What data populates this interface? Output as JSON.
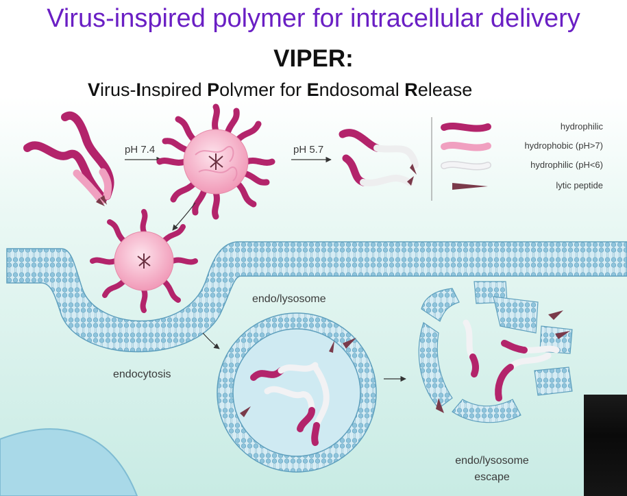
{
  "title": "Virus-inspired polymer for intracellular delivery",
  "acronym": "VIPER:",
  "expansion": {
    "parts": [
      {
        "bold": "V",
        "rest": "irus-"
      },
      {
        "bold": "I",
        "rest": "nspired "
      },
      {
        "bold": "P",
        "rest": "olymer for "
      },
      {
        "bold": "E",
        "rest": "ndosomal "
      },
      {
        "bold": "R",
        "rest": "elease"
      }
    ]
  },
  "diagram": {
    "arrow_label_1": "pH 7.4",
    "arrow_label_2": "pH 5.7",
    "legend": [
      {
        "label": "hydrophilic",
        "color": "#b3246b"
      },
      {
        "label": "hydrophobic (pH>7)",
        "color": "#f0a0c0"
      },
      {
        "label": "hydrophilic (pH<6)",
        "color": "#e9e9ec"
      },
      {
        "label": "lytic peptide",
        "color": "#7a3a4a"
      }
    ],
    "label_endolysosome": "endo/lysosome",
    "label_endocytosis": "endocytosis",
    "label_escape_line1": "endo/lysosome",
    "label_escape_line2": "escape"
  },
  "colors": {
    "title": "#6a1fc4",
    "hydrophilic": "#b3246b",
    "hydrophobic": "#f0a0c0",
    "membrane": "#8fc4dc",
    "background_top": "#ffffff",
    "background_bottom": "#cfeee8"
  }
}
